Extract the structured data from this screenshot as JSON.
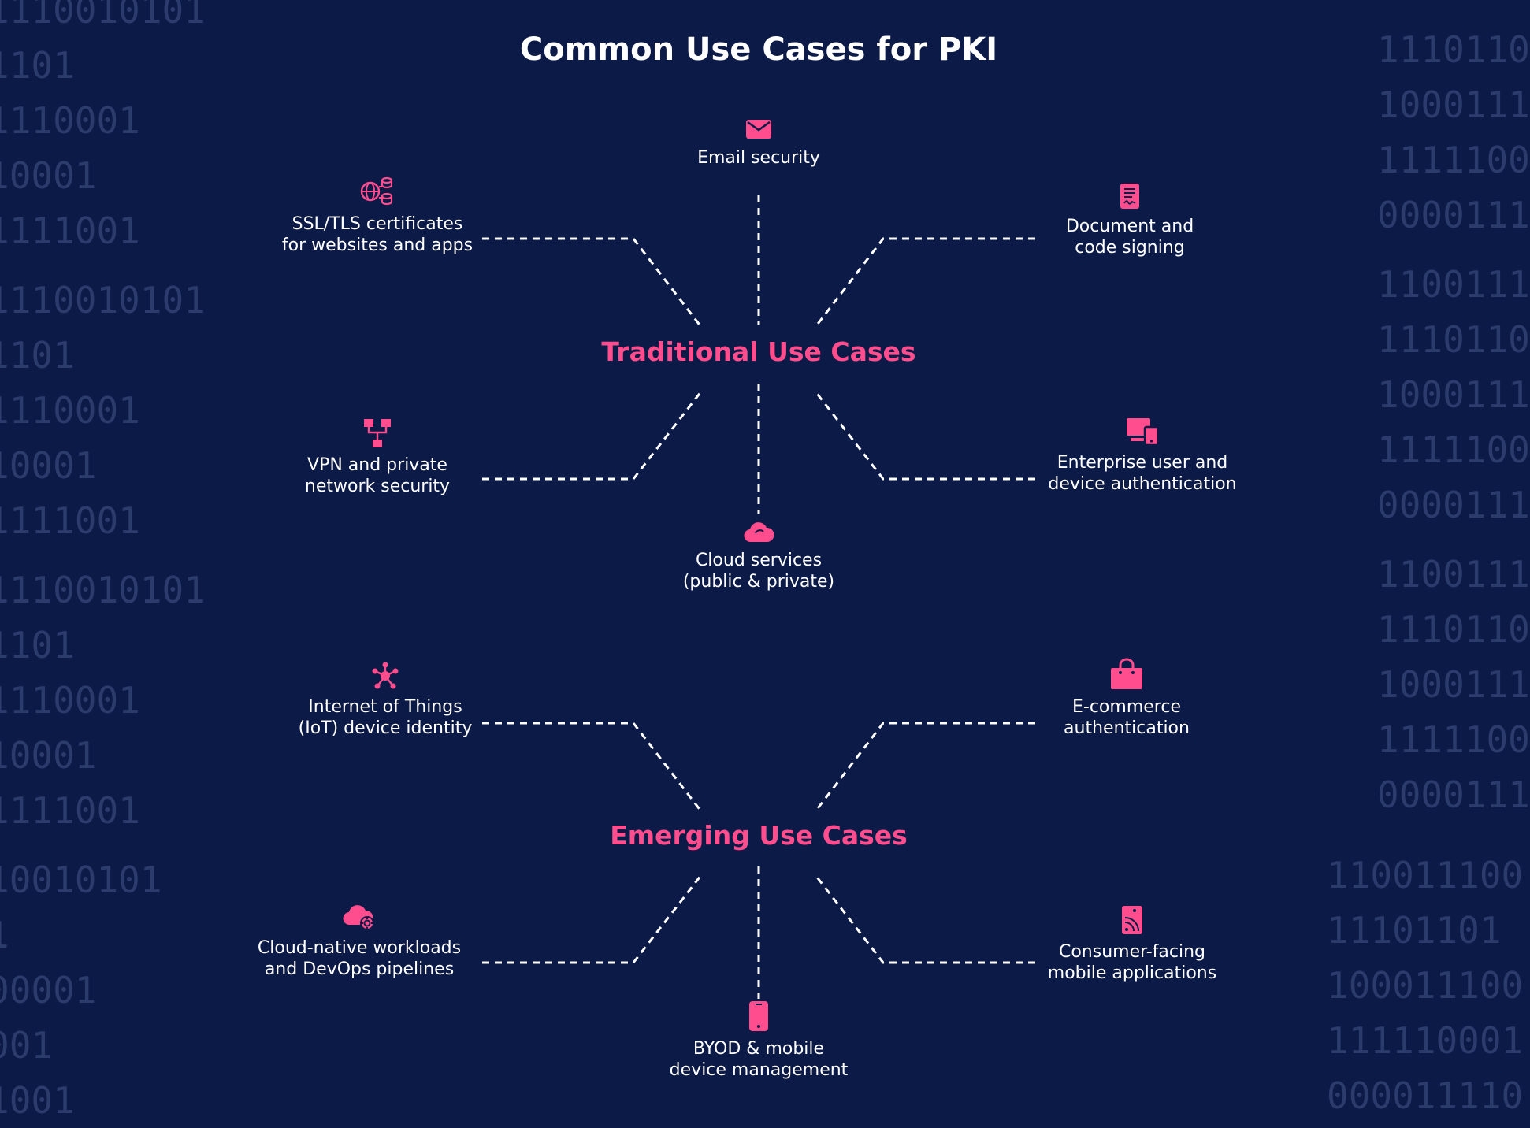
{
  "title": "Common Use Cases for PKI",
  "colors": {
    "background": "#0c1a47",
    "accent": "#ff4d8d",
    "binary": "#2a3b6c",
    "text": "#ffffff"
  },
  "hubs": {
    "traditional": "Traditional Use Cases",
    "emerging": "Emerging Use Cases"
  },
  "traditional_nodes": {
    "email": {
      "icon": "envelope-icon",
      "line1": "Email security",
      "line2": ""
    },
    "ssl": {
      "icon": "globe-database-icon",
      "line1": "SSL/TLS certificates",
      "line2": "for websites and apps"
    },
    "docsign": {
      "icon": "document-signature-icon",
      "line1": "Document and",
      "line2": "code signing"
    },
    "vpn": {
      "icon": "network-icon",
      "line1": "VPN and private",
      "line2": "network security"
    },
    "enterprise": {
      "icon": "devices-icon",
      "line1": "Enterprise user and",
      "line2": "device authentication"
    },
    "cloud": {
      "icon": "cloud-icon",
      "line1": "Cloud services",
      "line2": "(public & private)"
    }
  },
  "emerging_nodes": {
    "iot": {
      "icon": "iot-hub-icon",
      "line1": "Internet of Things",
      "line2": "(IoT) device identity"
    },
    "ecommerce": {
      "icon": "shopping-bag-icon",
      "line1": "E-commerce",
      "line2": "authentication"
    },
    "devops": {
      "icon": "cloud-gear-icon",
      "line1": "Cloud-native workloads",
      "line2": "and DevOps pipelines"
    },
    "consumer": {
      "icon": "mobile-signal-icon",
      "line1": "Consumer-facing",
      "line2": "mobile applications"
    },
    "byod": {
      "icon": "mobile-phone-icon",
      "line1": "BYOD & mobile",
      "line2": "device management"
    }
  },
  "binary_left": [
    "1110010101",
    "1101",
    "1110001",
    "10001",
    "1111001",
    "",
    "1110010101",
    "1101",
    "1110001",
    "10001",
    "1111001",
    "",
    "1110010101",
    "1101",
    "1110001",
    "10001",
    "1111001",
    "",
    "10010101",
    "1",
    "00001",
    "001",
    "1001"
  ],
  "binary_right_top": [
    "1110110",
    "1000111",
    "1111100",
    "0000111",
    "",
    "1100111",
    "1110110",
    "1000111",
    "1111100",
    "0000111",
    "",
    "1100111",
    "1110110",
    "1000111",
    "1111100",
    "0000111"
  ],
  "binary_right_bottom": [
    "110011100",
    "11101101",
    "100011100",
    "111110001",
    "000011110"
  ]
}
